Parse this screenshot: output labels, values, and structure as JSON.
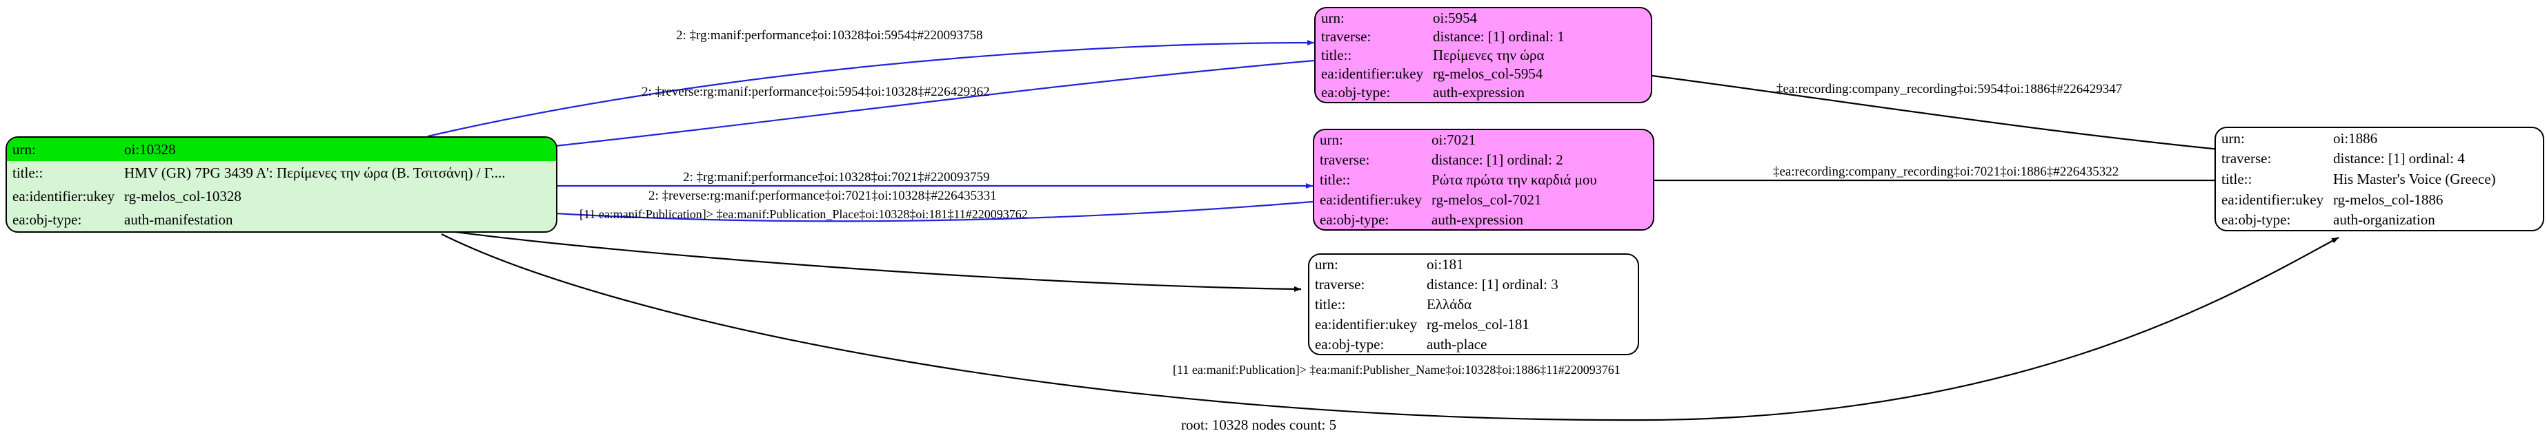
{
  "graph": {
    "root_label": "root: 10328 nodes count: 5",
    "edge_color": "#2222dd",
    "black_edge_color": "#000000",
    "node_fill_green": "#d5f5d5",
    "node_highlight_green": "#00e500",
    "node_fill_magenta": "#ff99ff",
    "node_fill_white": "#ffffff"
  },
  "nodes": [
    {
      "id": "n10328",
      "style": "green",
      "rows": [
        {
          "key": "urn:",
          "val": "oi:10328",
          "highlight": true
        },
        {
          "key": "title::",
          "val": "HMV (GR) 7PG 3439 A': Περίμενες την ώρα (Β. Τσιτσάνη) / Γ....",
          "highlight": false
        },
        {
          "key": "ea:identifier:ukey",
          "val": "rg-melos_col-10328",
          "highlight": false
        },
        {
          "key": "ea:obj-type:",
          "val": "auth-manifestation",
          "highlight": false
        }
      ]
    },
    {
      "id": "n5954",
      "style": "magenta",
      "rows": [
        {
          "key": "urn:",
          "val": "oi:5954",
          "highlight": false
        },
        {
          "key": "traverse:",
          "val": "distance: [1]      ordinal: 1",
          "highlight": false
        },
        {
          "key": "title::",
          "val": "Περίμενες την ώρα",
          "highlight": false
        },
        {
          "key": "ea:identifier:ukey",
          "val": "rg-melos_col-5954",
          "highlight": false
        },
        {
          "key": "ea:obj-type:",
          "val": "auth-expression",
          "highlight": false
        }
      ]
    },
    {
      "id": "n7021",
      "style": "magenta",
      "rows": [
        {
          "key": "urn:",
          "val": "oi:7021",
          "highlight": false
        },
        {
          "key": "traverse:",
          "val": "distance: [1]      ordinal: 2",
          "highlight": false
        },
        {
          "key": "title::",
          "val": "Ρώτα πρώτα την καρδιά μου",
          "highlight": false
        },
        {
          "key": "ea:identifier:ukey",
          "val": "rg-melos_col-7021",
          "highlight": false
        },
        {
          "key": "ea:obj-type:",
          "val": "auth-expression",
          "highlight": false
        }
      ]
    },
    {
      "id": "n181",
      "style": "white",
      "rows": [
        {
          "key": "urn:",
          "val": "oi:181",
          "highlight": false
        },
        {
          "key": "traverse:",
          "val": "distance: [1]      ordinal: 3",
          "highlight": false
        },
        {
          "key": "title::",
          "val": "Ελλάδα",
          "highlight": false
        },
        {
          "key": "ea:identifier:ukey",
          "val": "rg-melos_col-181",
          "highlight": false
        },
        {
          "key": "ea:obj-type:",
          "val": "auth-place",
          "highlight": false
        }
      ]
    },
    {
      "id": "n1886",
      "style": "white",
      "rows": [
        {
          "key": "urn:",
          "val": "oi:1886",
          "highlight": false
        },
        {
          "key": "traverse:",
          "val": "distance: [1]      ordinal: 4",
          "highlight": false
        },
        {
          "key": "title::",
          "val": "His Master's Voice (Greece)",
          "highlight": false
        },
        {
          "key": "ea:identifier:ukey",
          "val": "rg-melos_col-1886",
          "highlight": false
        },
        {
          "key": "ea:obj-type:",
          "val": "auth-organization",
          "highlight": false
        }
      ]
    }
  ],
  "edges": [
    {
      "id": "e1",
      "label": "2: ‡rg:manif:performance‡oi:10328‡oi:5954‡#220093758"
    },
    {
      "id": "e2",
      "label": "2: ‡reverse:rg:manif:performance‡oi:5954‡oi:10328‡#226429362"
    },
    {
      "id": "e3",
      "label": "2: ‡rg:manif:performance‡oi:10328‡oi:7021‡#220093759"
    },
    {
      "id": "e4",
      "label": "2: ‡reverse:rg:manif:performance‡oi:7021‡oi:10328‡#226435331"
    },
    {
      "id": "e5",
      "label": "[11 ea:manif:Publication]> ‡ea:manif:Publication_Place‡oi:10328‡oi:181‡11#220093762"
    },
    {
      "id": "e6",
      "label": "‡ea:recording:company_recording‡oi:5954‡oi:1886‡#226429347"
    },
    {
      "id": "e7",
      "label": "‡ea:recording:company_recording‡oi:7021‡oi:1886‡#226435322"
    },
    {
      "id": "e8",
      "label": "[11 ea:manif:Publication]> ‡ea:manif:Publisher_Name‡oi:10328‡oi:1886‡11#220093761"
    }
  ]
}
